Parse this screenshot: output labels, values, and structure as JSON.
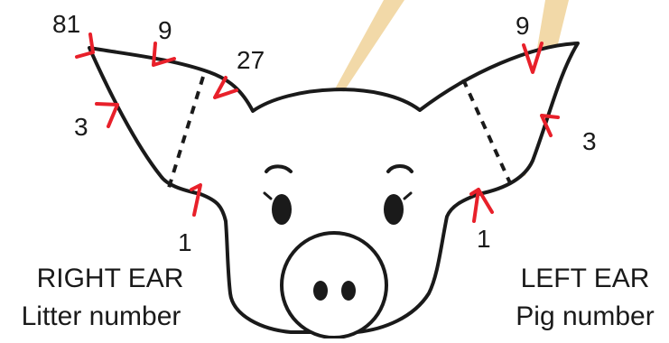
{
  "right_ear": {
    "side_label": "RIGHT EAR",
    "meaning_label": "Litter number",
    "notch_values": [
      "81",
      "9",
      "27",
      "3",
      "1"
    ]
  },
  "left_ear": {
    "side_label": "LEFT EAR",
    "meaning_label": "Pig number",
    "notch_values": [
      "9",
      "3",
      "1"
    ]
  },
  "colors": {
    "outline": "#1a1a1a",
    "notch_marker": "#e8202a",
    "light_beam": "#f2d9a8",
    "background": "#ffffff"
  }
}
